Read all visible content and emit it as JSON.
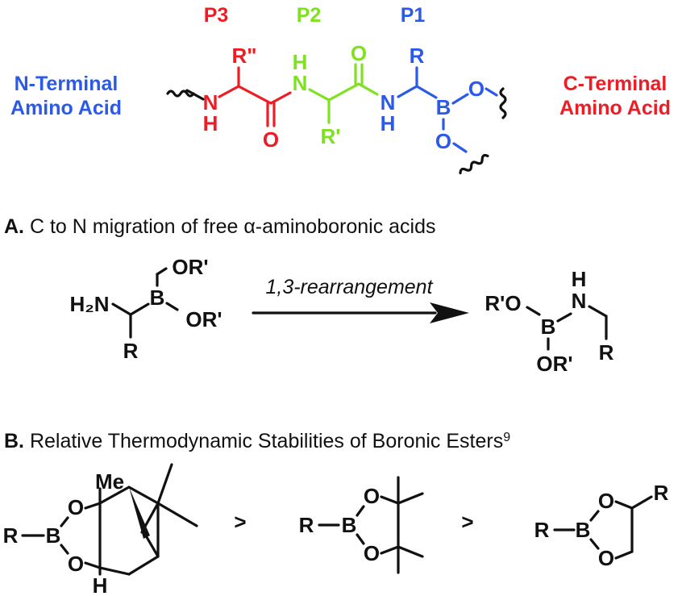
{
  "colors": {
    "red": "#ee1c25",
    "green": "#7fe11f",
    "blue": "#2b5ae8",
    "black": "#111111"
  },
  "top": {
    "p3": "P3",
    "p2": "P2",
    "p1": "P1",
    "n_terminal_line1": "N-Terminal",
    "n_terminal_line2": "Amino Acid",
    "c_terminal_line1": "C-Terminal",
    "c_terminal_line2": "Amino Acid",
    "atoms": {
      "r_double_prime": "R\"",
      "r_prime": "R'",
      "r": "R",
      "n": "N",
      "h": "H",
      "o": "O",
      "b": "B"
    }
  },
  "section_a": {
    "letter": "A.",
    "title": " C to N migration of free α-aminoboronic acids",
    "arrow_label": "1,3-rearrangement",
    "h2n": "H₂N",
    "or_prime": "OR'",
    "r_prime_o": "R'O",
    "b": "B",
    "n": "N",
    "h": "H",
    "r": "R"
  },
  "section_b": {
    "letter": "B.",
    "title": " Relative Thermodynamic Stabilities of Boronic Esters",
    "superscript": "9",
    "gt": ">",
    "me": "Me",
    "r": "R",
    "b": "B",
    "o": "O",
    "h": "H"
  }
}
